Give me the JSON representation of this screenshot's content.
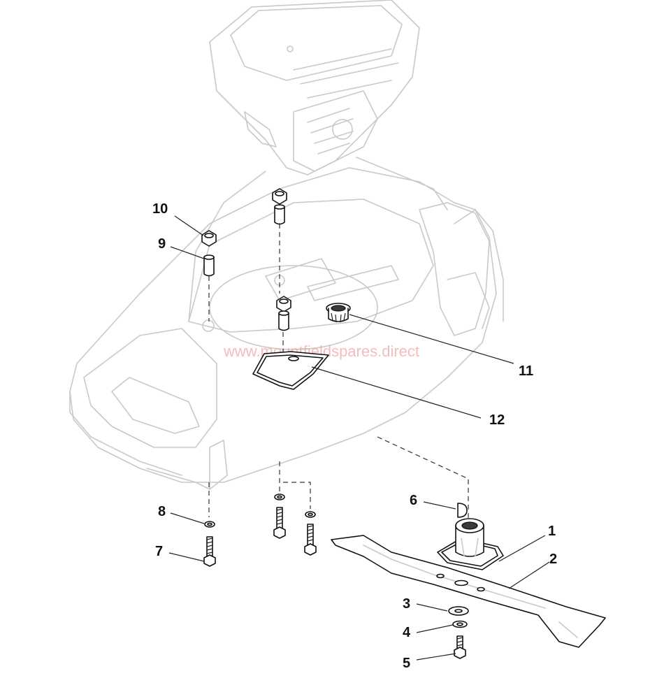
{
  "watermark": "www.mountfieldspares.direct",
  "callouts": [
    {
      "id": "1",
      "label": "1"
    },
    {
      "id": "2",
      "label": "2"
    },
    {
      "id": "3",
      "label": "3"
    },
    {
      "id": "4",
      "label": "4"
    },
    {
      "id": "5",
      "label": "5"
    },
    {
      "id": "6",
      "label": "6"
    },
    {
      "id": "7",
      "label": "7"
    },
    {
      "id": "8",
      "label": "8"
    },
    {
      "id": "9",
      "label": "9"
    },
    {
      "id": "10",
      "label": "10"
    },
    {
      "id": "11",
      "label": "11"
    },
    {
      "id": "12",
      "label": "12"
    }
  ]
}
